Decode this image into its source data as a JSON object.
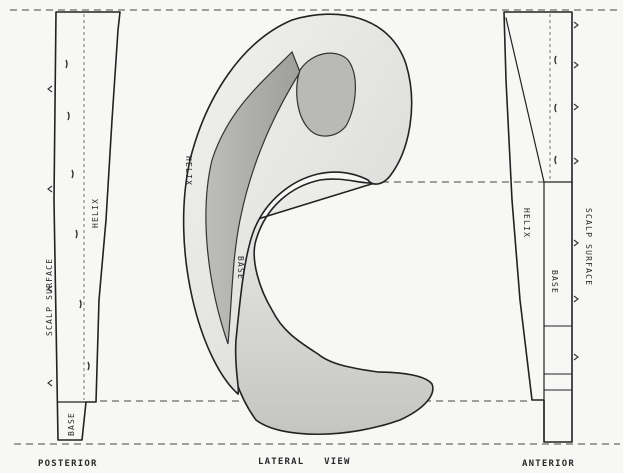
{
  "labels": {
    "posterior": "POSTERIOR",
    "lateral_view": "LATERAL   VIEW",
    "anterior": "ANTERIOR",
    "helix_left": "HELIX",
    "scalp_surface_left": "SCALP SURFACE",
    "base_left": "BASE",
    "helix_center": "HELIX",
    "base_center": "BASE",
    "helix_right": "HELIX",
    "base_right": "BASE",
    "scalp_surface_right": "SCALP SURFACE"
  },
  "colors": {
    "background": "#f7f7f5",
    "ink": "#222222",
    "shade_light": "#e4e4e2",
    "shade_mid": "#c9c9c7",
    "shade_dark": "#a9a9a7"
  },
  "icons": [
    "hair-tick-icon",
    "arrowhead-icon"
  ]
}
